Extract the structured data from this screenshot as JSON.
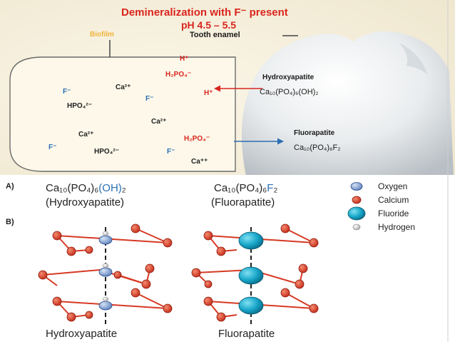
{
  "top_panel": {
    "title": "Demineralization with F⁻ present",
    "ph": "pH 4.5 – 5.5",
    "biofilm_label": "Biofilm",
    "enamel_label": "Tooth enamel",
    "ions": {
      "h_top": "H⁺",
      "h2po4_top": "H₂PO₄⁻",
      "h_mid": "H⁺",
      "f1": "F⁻",
      "ca1": "Ca²⁺",
      "f2": "F⁻",
      "hpo4_1": "HPO₄²⁻",
      "ca2": "Ca²⁺",
      "ca3": "Ca²⁺",
      "h2po4_bottom": "H₂PO₄⁻",
      "f3": "F⁻",
      "hpo4_2": "HPO₄²⁻",
      "f4": "F⁻",
      "ca4": "Ca⁺⁺"
    },
    "hydroxyapatite_label": "Hydroxyapatite",
    "hydroxyapatite_formula": "Ca₁₀(PO₄)₆(OH)₂",
    "fluorapatite_label": "Fluorapatite",
    "fluorapatite_formula": "Ca₁₀(PO₄)₆F₂"
  },
  "bottom_panel": {
    "section_a": "A)",
    "section_b": "B)",
    "formula_left_prefix": "Ca₁₀(PO₄)₆",
    "formula_left_oh": "(OH)",
    "formula_left_suffix": "₂",
    "name_left": "(Hydroxyapatite)",
    "formula_right_prefix": "Ca₁₀(PO₄)₆",
    "formula_right_f": "F",
    "formula_right_suffix": "₂",
    "name_right": "(Fluorapatite)",
    "legend": [
      {
        "label": "Oxygen",
        "color": "#6f93cc"
      },
      {
        "label": "Calcium",
        "color": "#d63a24"
      },
      {
        "label": "Fluoride",
        "color": "#1aa6c9"
      },
      {
        "label": "Hydrogen",
        "color": "#c7c7c7"
      }
    ],
    "caption_left": "Hydroxyapatite",
    "caption_right": "Fluorapatite"
  },
  "colors": {
    "red": "#d9251d",
    "blue": "#2b6fb3",
    "calcium": "#d63a24",
    "fluoride": "#1aa6c9",
    "oxygen": "#6f93cc",
    "hydrogen": "#c7c7c7"
  }
}
